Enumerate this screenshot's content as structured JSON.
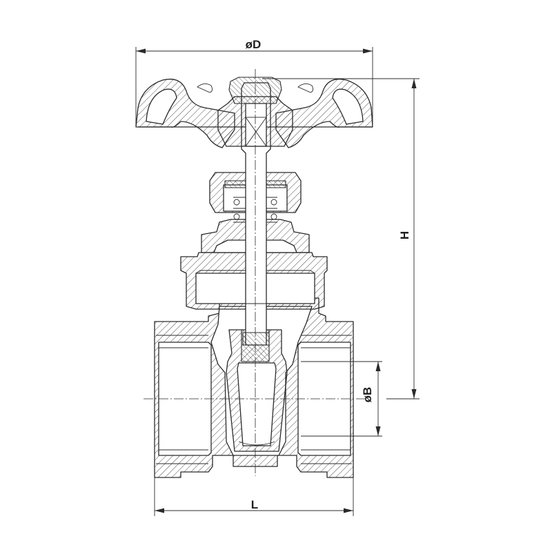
{
  "drawing": {
    "dimensions": {
      "handwheel_diameter": "øD",
      "height": "H",
      "bore_diameter": "øB",
      "length": "L"
    }
  }
}
